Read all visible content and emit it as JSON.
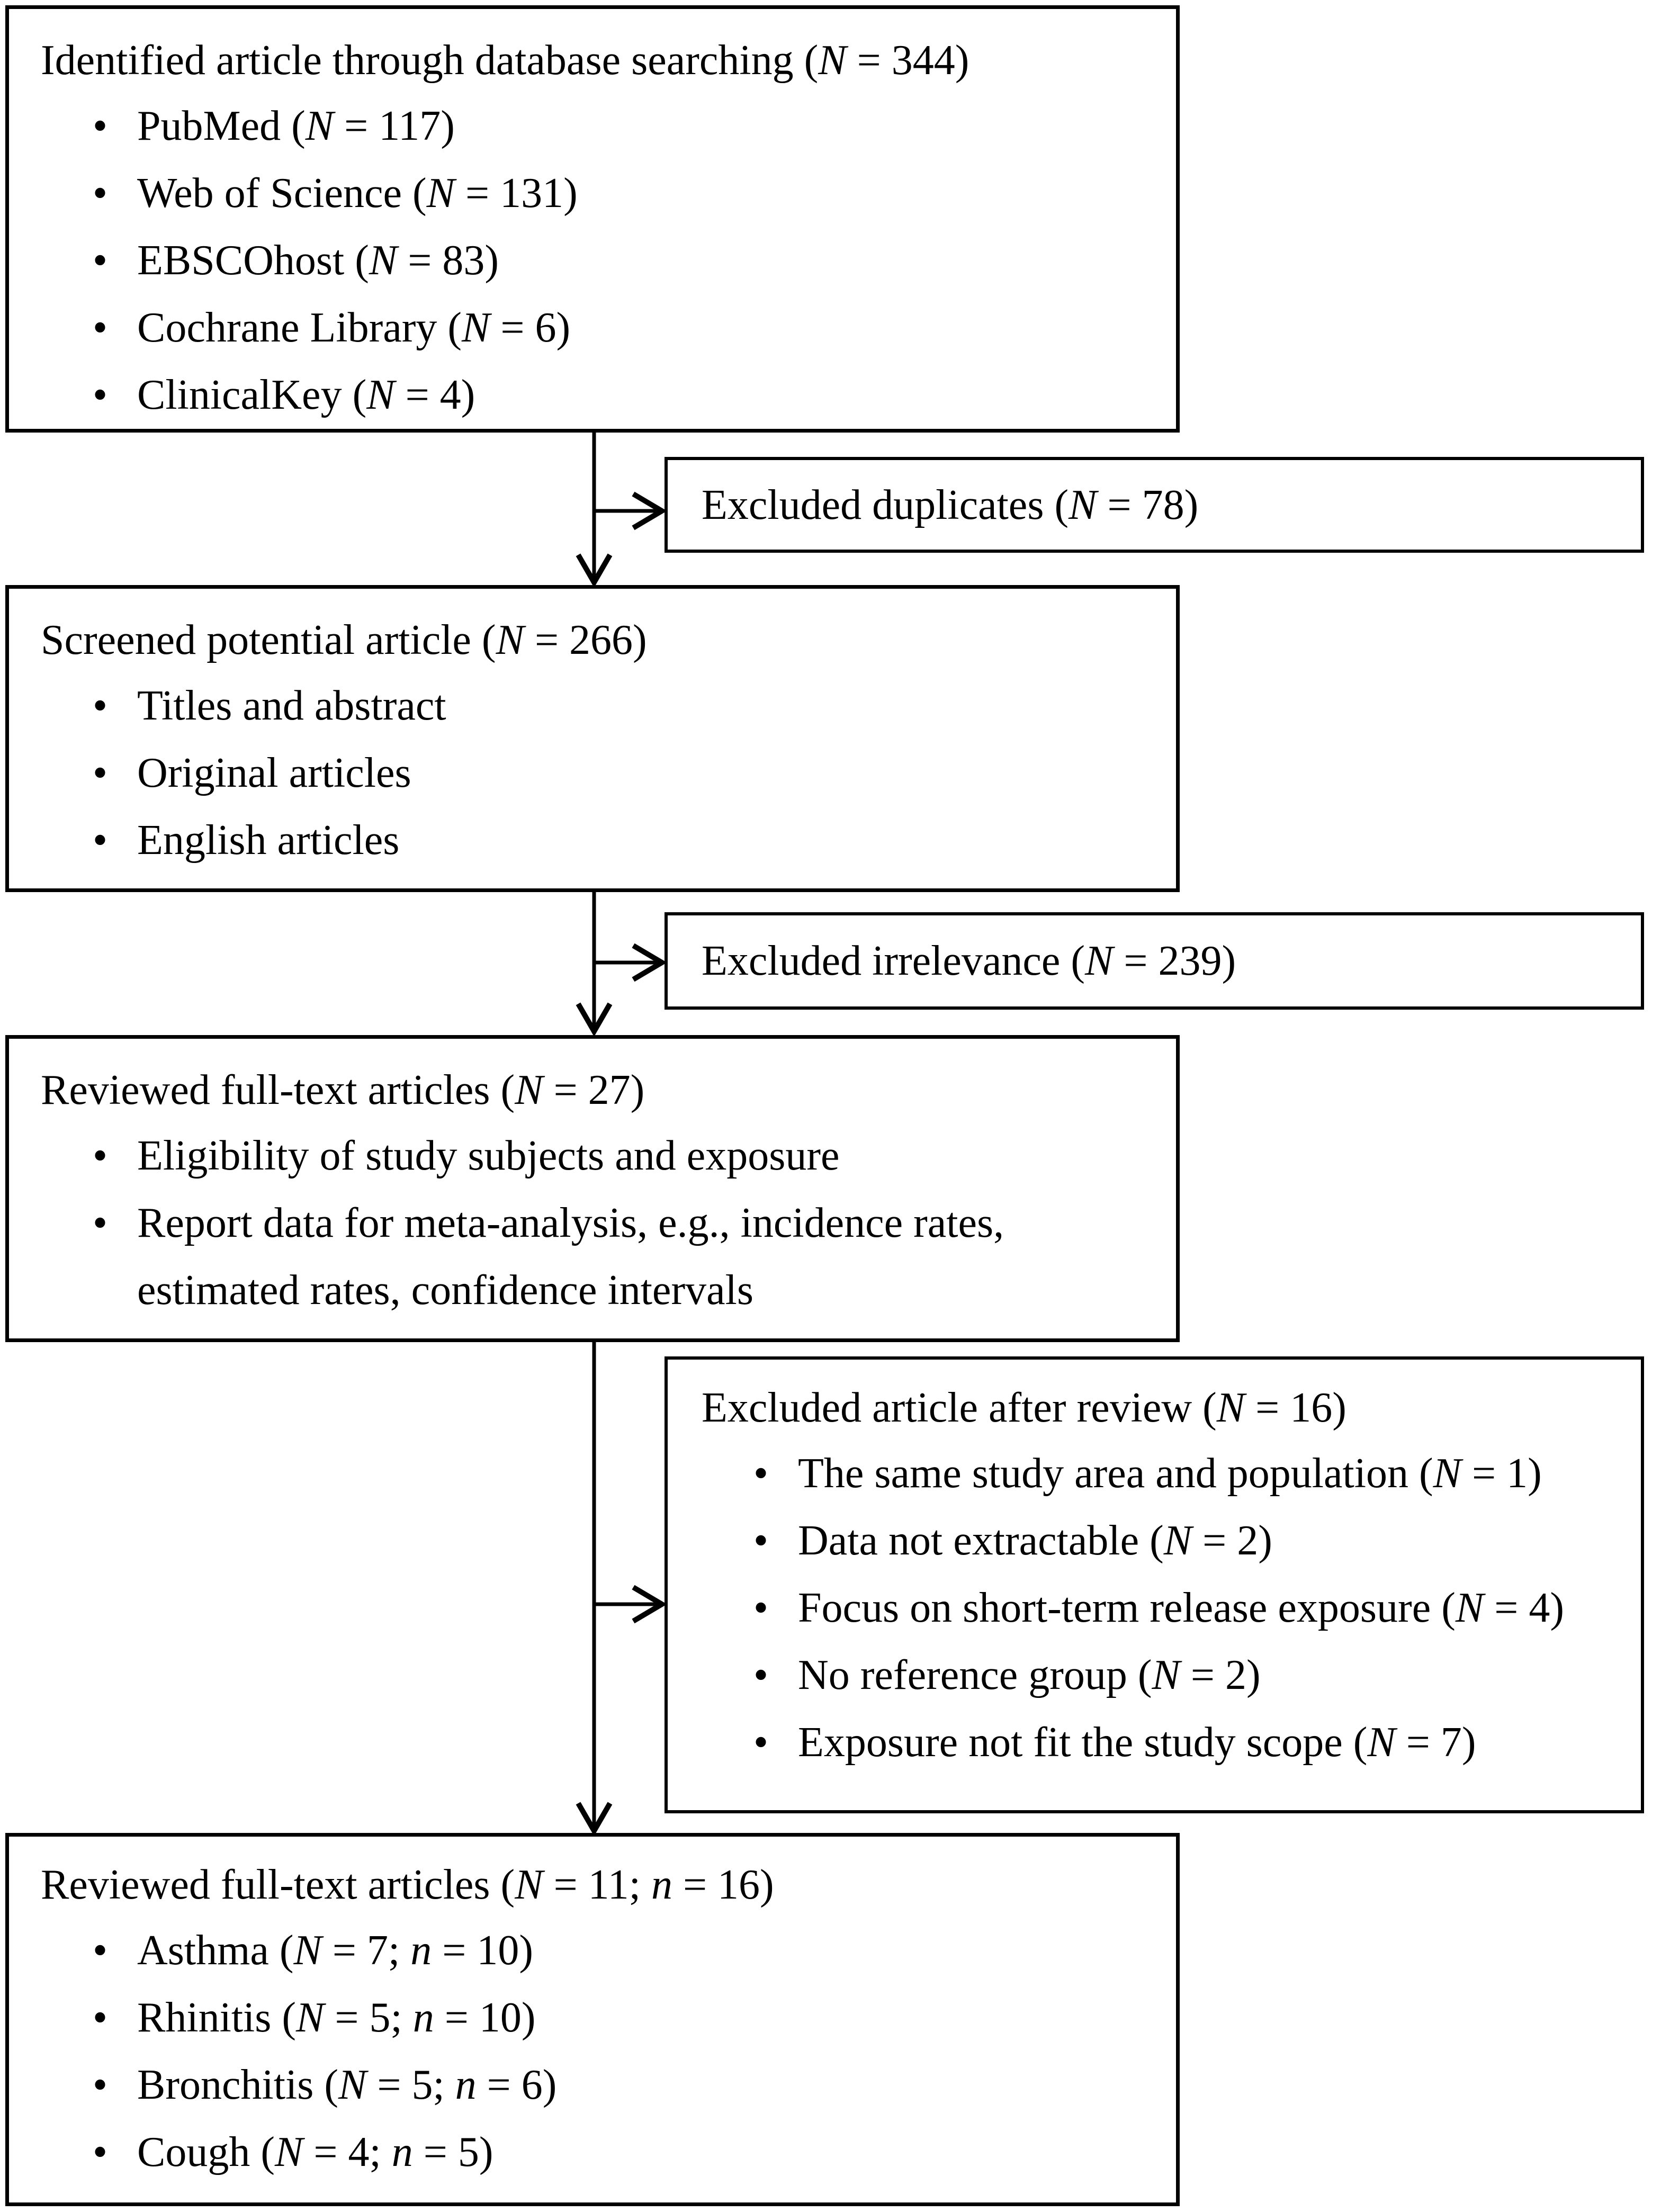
{
  "flow": {
    "bullet_glyph": "•",
    "colors": {
      "line": "#000000",
      "background": "#ffffff",
      "text": "#000000"
    },
    "boxes": [
      {
        "id": "identification",
        "title": "Identified article through database searching (*N* = 344)",
        "bullets": [
          "PubMed (*N* = 117)",
          "Web of Science (*N* = 131)",
          "EBSCOhost (*N* = 83)",
          "Cochrane Library (*N* = 6)",
          "ClinicalKey (*N* = 4)"
        ]
      },
      {
        "id": "screening",
        "title": "Screened potential article (*N* = 266)",
        "bullets": [
          "Titles and abstract",
          "Original articles",
          "English articles"
        ]
      },
      {
        "id": "full-text-review",
        "title": "Reviewed full-text articles (*N* = 27)",
        "bullets": [
          "Eligibility of study subjects and exposure",
          "Report data for meta-analysis, e.g., incidence rates,\nestimated rates, confidence intervals"
        ]
      },
      {
        "id": "included",
        "title": "Reviewed full-text articles (*N* = 11; *n* = 16)",
        "bullets": [
          "Asthma (*N* = 7; *n* = 10)",
          "Rhinitis (*N* = 5; *n* = 10)",
          "Bronchitis (*N* = 5; *n* = 6)",
          "Cough (*N* = 4; *n* = 5)"
        ]
      }
    ],
    "exclusions": [
      {
        "id": "excluded-duplicates",
        "title": "Excluded duplicates (*N* = 78)",
        "bullets": []
      },
      {
        "id": "excluded-irrelevance",
        "title": "Excluded irrelevance (*N* = 239)",
        "bullets": []
      },
      {
        "id": "excluded-after-review",
        "title": "Excluded article after review (*N* = 16)",
        "bullets": [
          "The same study area and population (*N* = 1)",
          "Data not extractable (*N* = 2)",
          "Focus on short-term release exposure (*N* = 4)",
          "No reference group (*N* = 2)",
          "Exposure not fit the study scope (*N* = 7)"
        ]
      }
    ]
  }
}
